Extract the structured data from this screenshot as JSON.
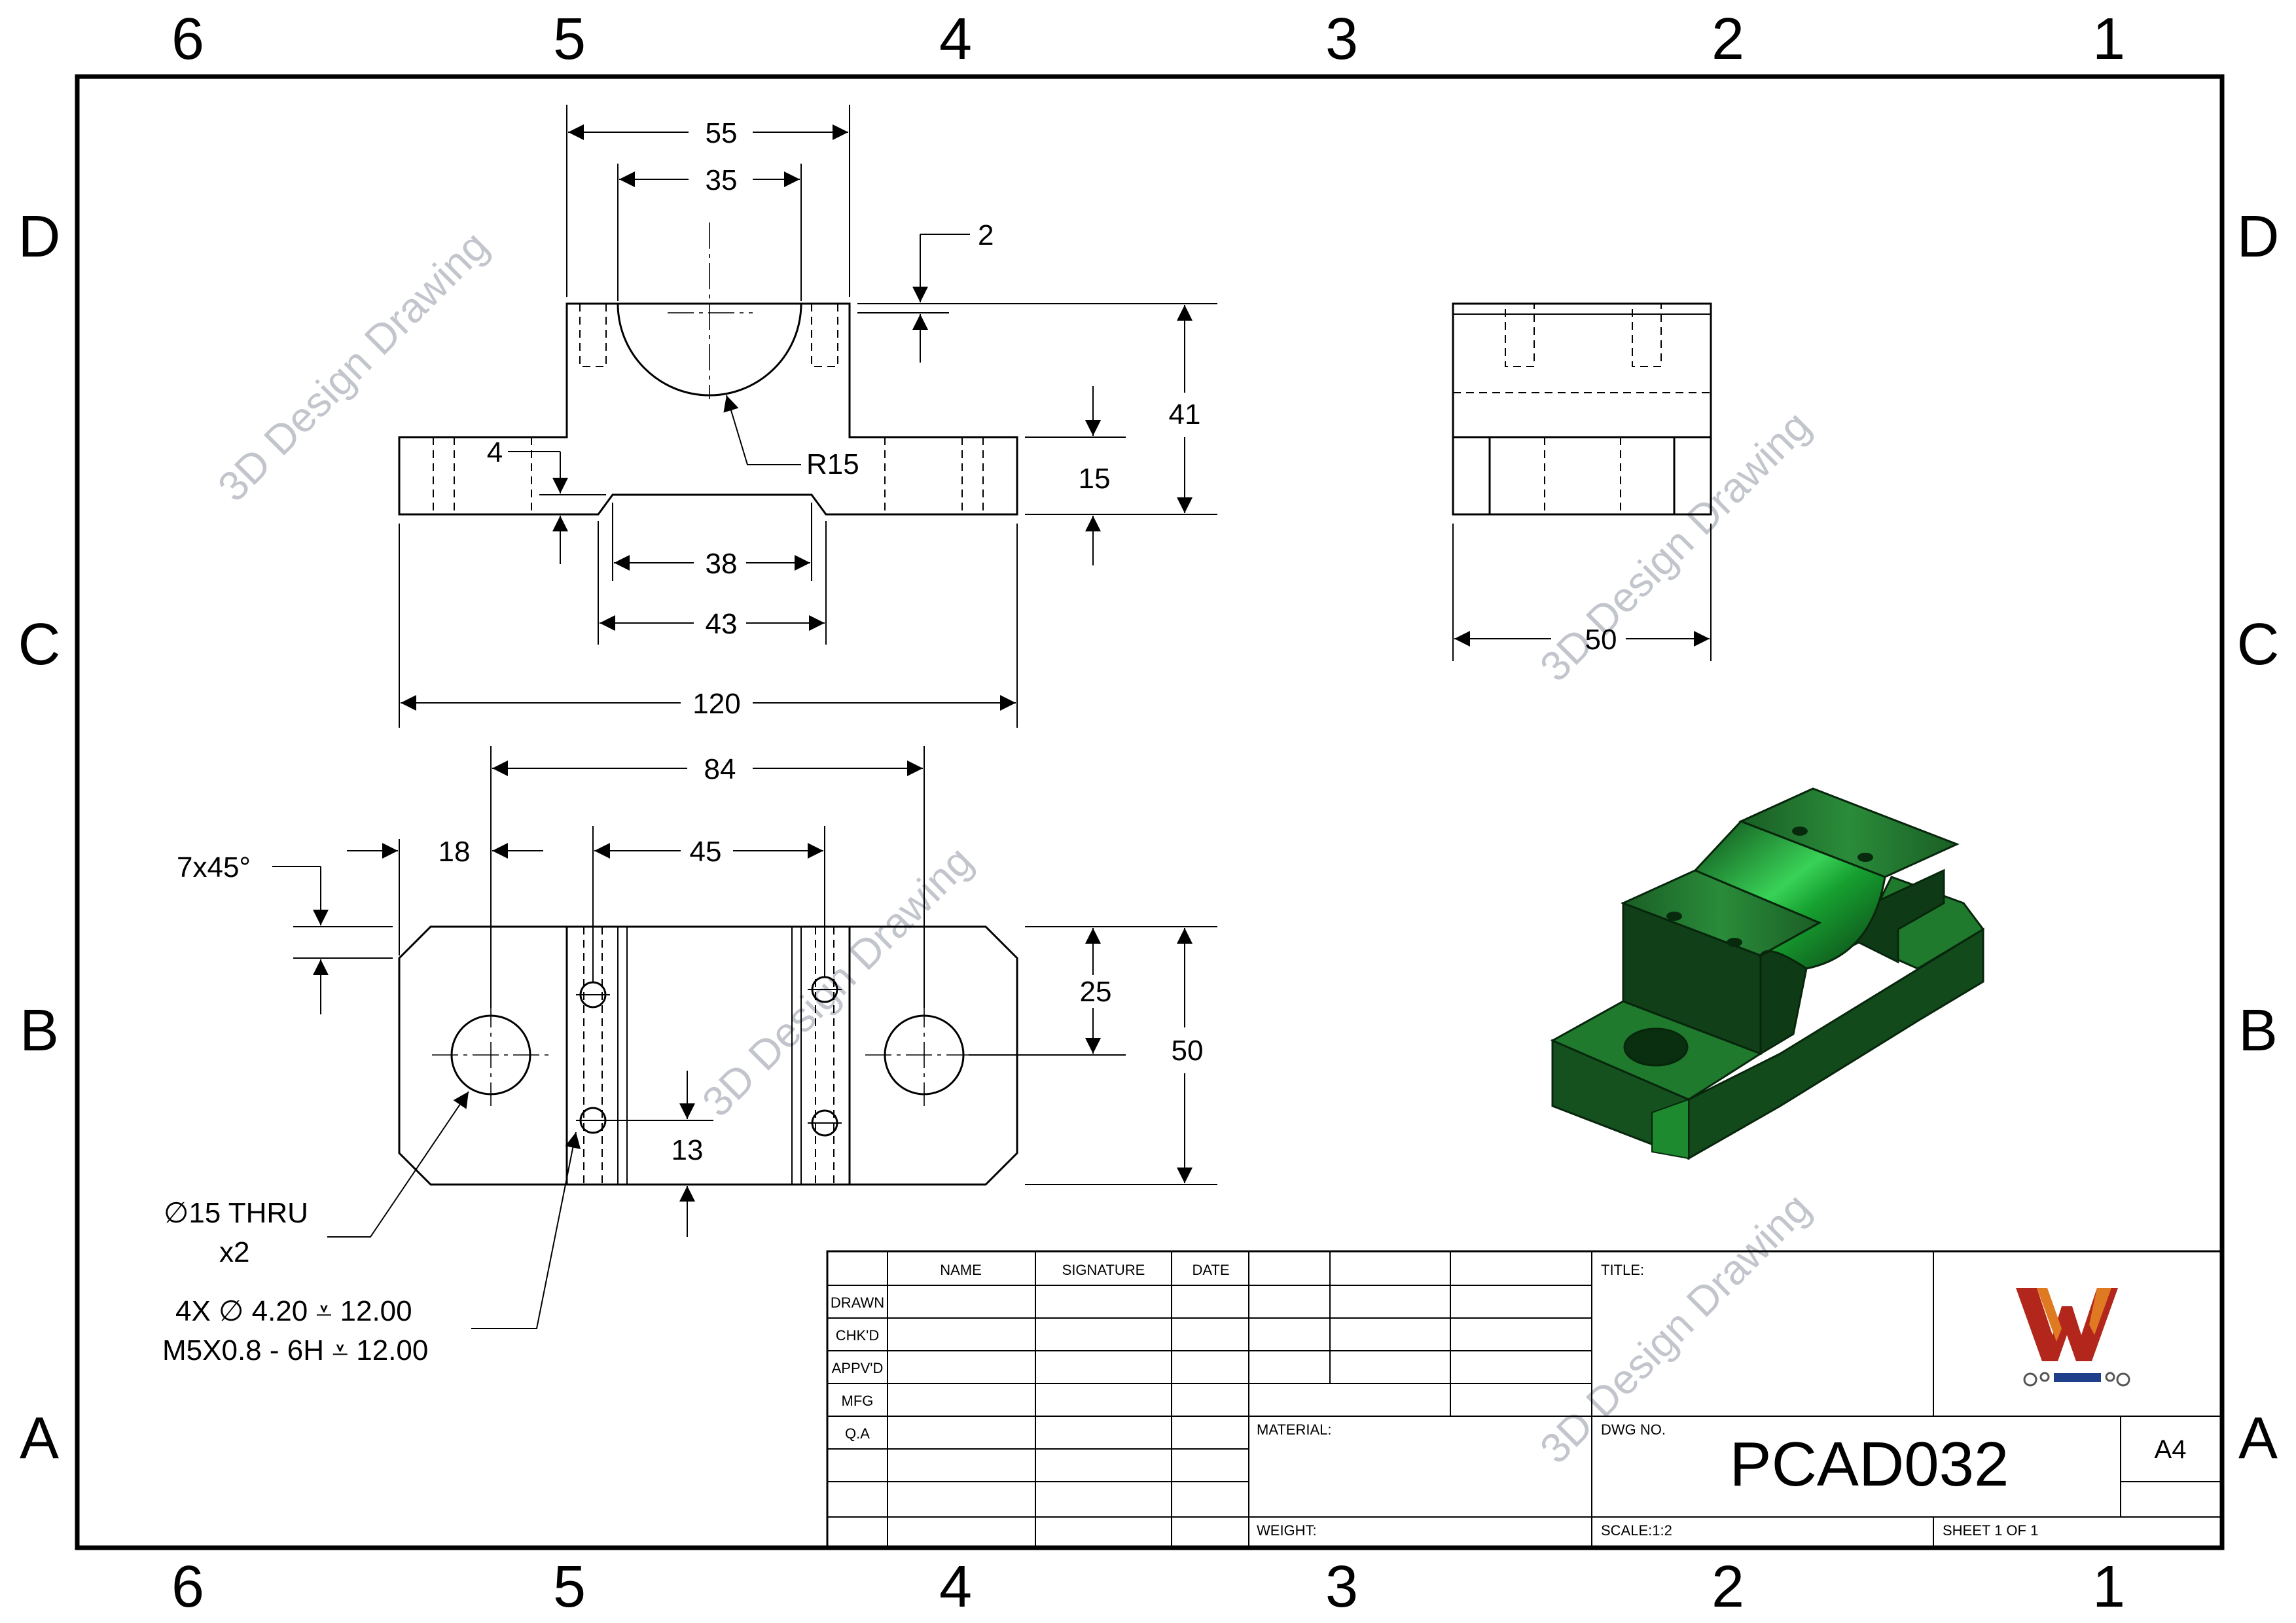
{
  "zones": {
    "columns": [
      "6",
      "5",
      "4",
      "3",
      "2",
      "1"
    ],
    "rows": [
      "D",
      "C",
      "B",
      "A"
    ]
  },
  "watermark": "3D Design Drawing",
  "front_view": {
    "dims": {
      "d55": "55",
      "d35": "35",
      "d2": "2",
      "d41": "41",
      "d15": "15",
      "d4": "4",
      "r15": "R15",
      "d38": "38",
      "d43": "43",
      "d120": "120"
    }
  },
  "side_view": {
    "dims": {
      "d50": "50"
    }
  },
  "top_view": {
    "dims": {
      "d84": "84",
      "d18": "18",
      "d45": "45",
      "chamfer": "7x45°",
      "d25": "25",
      "d50": "50",
      "d13": "13"
    },
    "notes": {
      "thru_line1": "∅15 THRU",
      "thru_line2": "x2",
      "tap_line1": "4X  ∅  4.20  ⩡  12.00",
      "tap_line2": "M5X0.8 - 6H  ⩡  12.00"
    }
  },
  "colors": {
    "model_green": "#1d6b2a",
    "model_dark": "#0e3d16",
    "model_light": "#2fa040"
  },
  "title_block": {
    "headers": {
      "name": "NAME",
      "signature": "SIGNATURE",
      "date": "DATE"
    },
    "rows": [
      "DRAWN",
      "CHK'D",
      "APPV'D",
      "MFG",
      "Q.A"
    ],
    "title_label": "TITLE:",
    "material_label": "MATERIAL:",
    "weight_label": "WEIGHT:",
    "dwg_no_label": "DWG NO.",
    "dwg_no": "PCAD032",
    "size": "A4",
    "scale": "SCALE:1:2",
    "sheet": "SHEET 1 OF 1"
  }
}
